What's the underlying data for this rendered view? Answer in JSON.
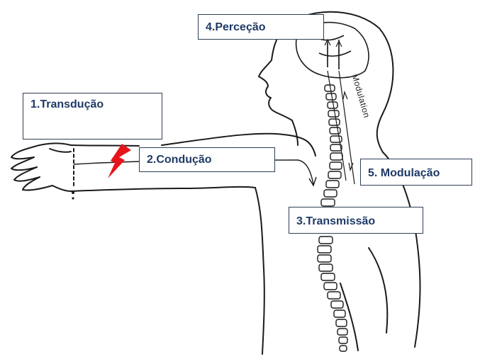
{
  "labels": {
    "percecao": "4.Perceção",
    "transducao": "1.Transdução",
    "conducao": "2.Condução",
    "modulacao": "5. Modulação",
    "transmissao": "3.Transmissão"
  },
  "annotation": {
    "modulation_side": "Modulation"
  },
  "colors": {
    "box_border": "#2f3e55",
    "label_text": "#1f3a66",
    "lightning": "#e8141b",
    "line_art": "#1a1a1a"
  },
  "icons": [
    "lightning-bolt-icon"
  ]
}
